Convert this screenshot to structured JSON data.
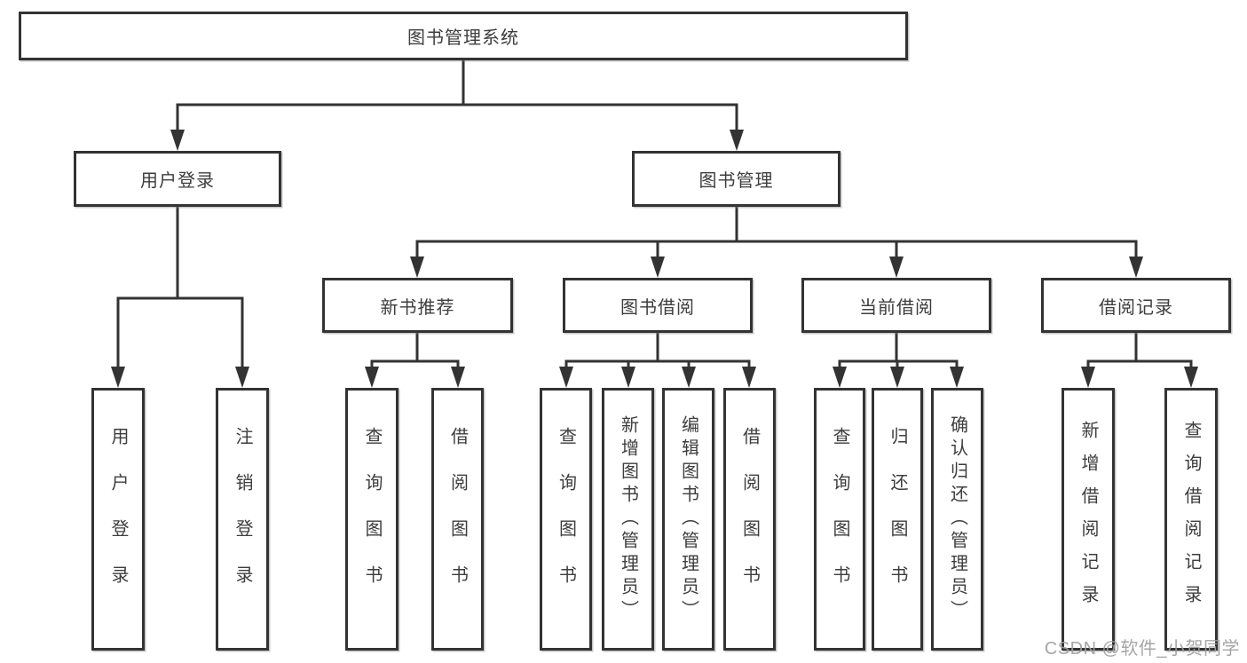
{
  "diagram": {
    "root": {
      "label": "图书管理系统"
    },
    "level2": [
      {
        "label": "用户登录"
      },
      {
        "label": "图书管理"
      }
    ],
    "level3": [
      {
        "label": "新书推荐"
      },
      {
        "label": "图书借阅"
      },
      {
        "label": "当前借阅"
      },
      {
        "label": "借阅记录"
      }
    ],
    "leaves": [
      {
        "label": "用户登录"
      },
      {
        "label": "注销登录"
      },
      {
        "label": "查询图书"
      },
      {
        "label": "借阅图书"
      },
      {
        "label": "查询图书"
      },
      {
        "label": "新增图书（管理员）"
      },
      {
        "label": "编辑图书（管理员）"
      },
      {
        "label": "借阅图书"
      },
      {
        "label": "查询图书"
      },
      {
        "label": "归还图书"
      },
      {
        "label": "确认归还（管理员）"
      },
      {
        "label": "新增借阅记录"
      },
      {
        "label": "查询借阅记录"
      }
    ],
    "watermark": "CSDN @软件_小贺同学",
    "line_color": "#333333"
  }
}
